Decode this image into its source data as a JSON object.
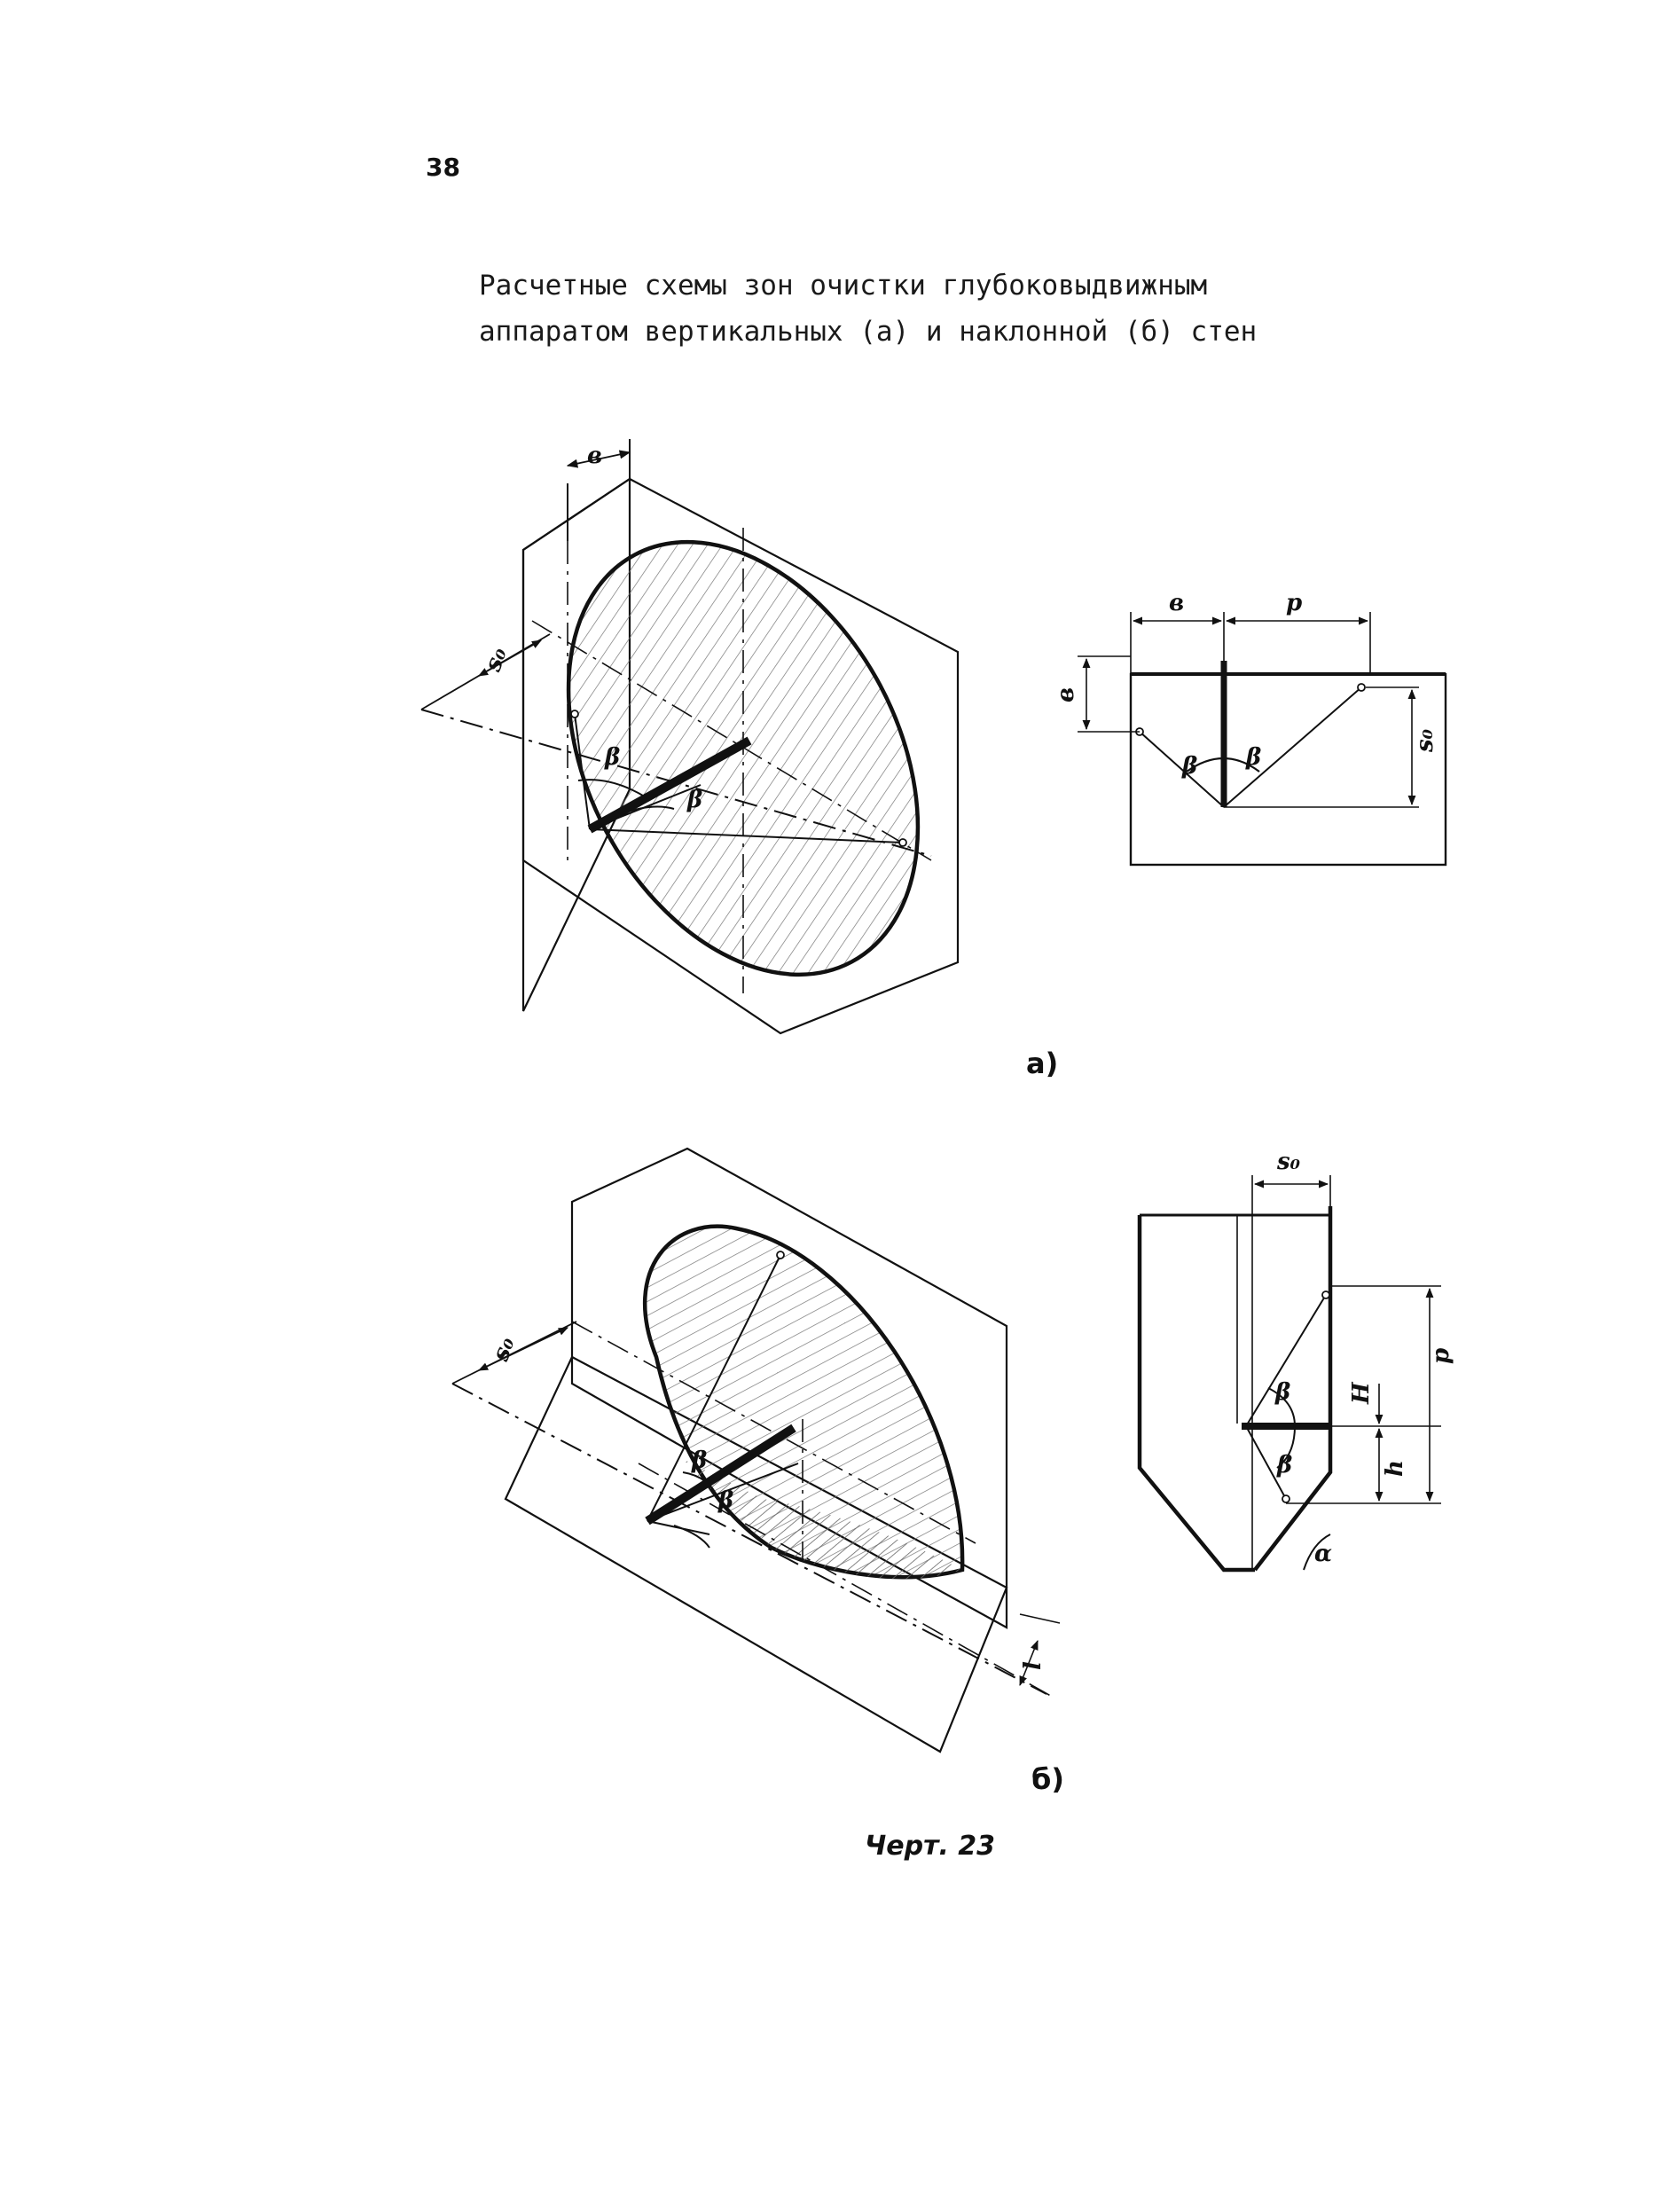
{
  "page": {
    "number": "38",
    "title_line1": "Расчетные схемы зон очистки глубоковыдвижным",
    "title_line2": "аппаратом вертикальных (а) и наклонной (б) стен",
    "caption": "Черт. 23"
  },
  "panel_a": {
    "label": "а)",
    "axon_labels": {
      "b": "в",
      "s": "s₀",
      "beta1": "β",
      "beta2": "β"
    },
    "section_labels": {
      "b": "в",
      "p": "p",
      "b_side": "в",
      "s": "s₀",
      "beta1": "β",
      "beta2": "β"
    }
  },
  "panel_b": {
    "label": "б)",
    "axon_labels": {
      "s": "s₀",
      "beta1": "β",
      "beta2": "β",
      "l": "l"
    },
    "section_labels": {
      "s": "s₀",
      "p": "p",
      "H": "H",
      "h": "h",
      "beta1": "β",
      "beta2": "β",
      "alpha": "α"
    }
  },
  "colors": {
    "ink": "#111111",
    "paper": "#ffffff"
  }
}
